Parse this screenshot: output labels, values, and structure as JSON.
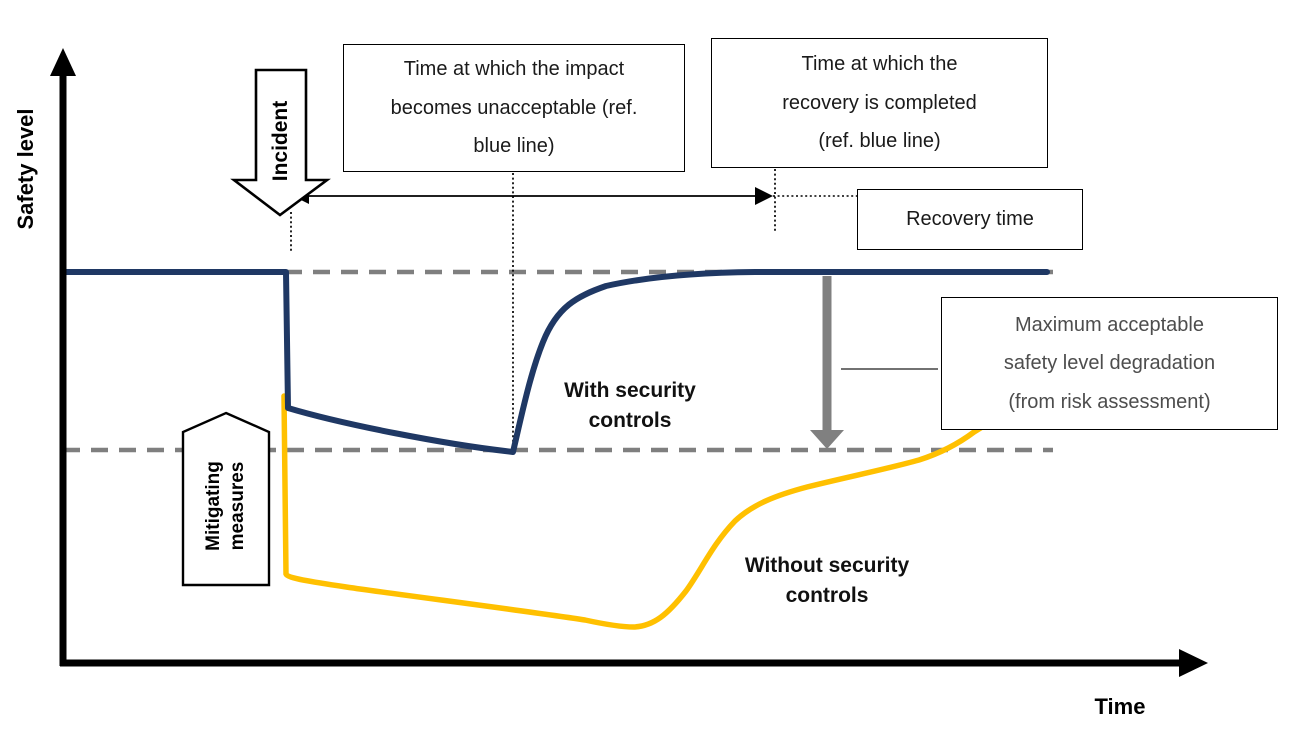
{
  "axes": {
    "y_label": "Safety level",
    "x_label": "Time"
  },
  "annotations": {
    "incident": "Incident",
    "mitigating_measures": "Mitigating measures",
    "impact_box": "Time at which the impact becomes unacceptable (ref. blue line)",
    "recovery_completed_box": "Time at which the recovery is completed (ref. blue line)",
    "recovery_time_box": "Recovery time",
    "max_degradation_box": "Maximum acceptable safety level degradation (from risk assessment)",
    "with_controls": "With security controls",
    "without_controls": "Without security controls"
  },
  "colors": {
    "with_controls_line": "#1F3864",
    "without_controls_line": "#FFC000",
    "reference_dashed": "#7F7F7F",
    "degradation_arrow": "#808080",
    "max_degradation_text": "#4d4d4d",
    "axis": "#000000"
  }
}
